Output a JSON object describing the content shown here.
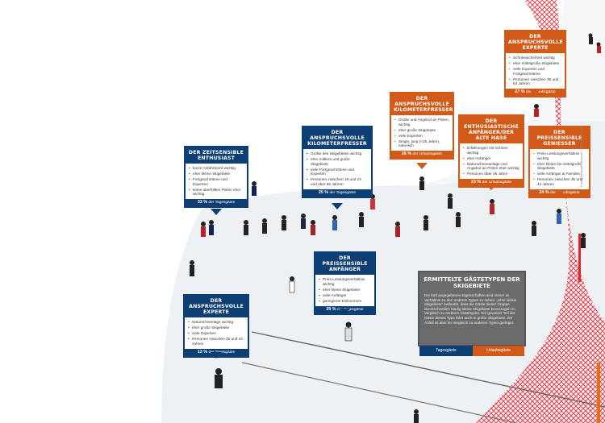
{
  "signs": [
    {
      "id": "zeitsensible",
      "color": "blue",
      "title": "Der zeitsensible Enthusiast",
      "items": [
        "kurze Anfahrtszeit wichtig",
        "eher kleine Skigebiete",
        "Fortgeschrittene und Experten",
        "keine überfüllten Pisten eher wichtig"
      ],
      "share_value": "33 %",
      "share_label": "der Tagesgäste"
    },
    {
      "id": "anspruchsvolle-kilometerfresser",
      "color": "blue",
      "title": "Der anspruchsvolle Kilometerfresser",
      "items": [
        "Größe des Skigebietes wichtig",
        "eher mittlere und große Skigebiete",
        "viele Fortgeschrittene und Experten",
        "Personen zwischen 18 und 24 und über 55 Jahren"
      ],
      "share_value": "25 %",
      "share_label": "der Tagesgäste"
    },
    {
      "id": "anspruchsvolle-kilometerfresser-urlaub",
      "color": "orange",
      "title": "Der anspruchsvolle Kilometerfresser",
      "items": [
        "Größe und Angebot an Pisten wichtig",
        "eher große Skigebiete",
        "viele Experten",
        "Single, jung (<25 Jahre), männlich"
      ],
      "share_value": "26 %",
      "share_label": "der Urlaubsgäste"
    },
    {
      "id": "enthusiastische-anfaenger",
      "color": "orange",
      "title": "Der enthusiastische Anfänger/der alte Hase",
      "items": [
        "Erfahrungen mit Schnee wichtig",
        "eher Anfänger",
        "Naturschneeanlage und Angebot an Pisten eher wichtig",
        "Personen über 45 Jahre"
      ],
      "share_value": "23 %",
      "share_label": "der Urlaubsgäste"
    },
    {
      "id": "preissensible-geniesser",
      "color": "orange",
      "title": "Der preissensible Genießer",
      "items": [
        "Preis-Leistungsverhältnis wichtig",
        "eher kleine bis mittelgroße Skigebiete",
        "viele Anfänger & Familien",
        "Personen zwischen 35 und 44 Jahren"
      ],
      "share_value": "24 %",
      "share_label": "der Urlaubsgäste"
    },
    {
      "id": "anspruchsvolle-experte-urlaub",
      "color": "orange",
      "title": "Der anspruchsvolle Experte",
      "items": [
        "Schneesicherheit wichtig",
        "eher mittelgroße Skigebiete",
        "viele Experten und Fortgeschrittene",
        "Personen zwischen 35 und 54 Jahren"
      ],
      "share_value": "27 %",
      "share_label": "der Urlaubsgäste"
    },
    {
      "id": "preissensible-anfaenger",
      "color": "blue",
      "title": "Der preissensible Anfänger",
      "items": [
        "Preis-Leistungsverhältnis wichtig",
        "eher kleine Skigebiete",
        "viele Anfänger",
        "geringeres Einkommen"
      ],
      "share_value": "29 %",
      "share_label": "der Tagesgäste"
    },
    {
      "id": "anspruchsvolle-experte",
      "color": "blue",
      "title": "Der anspruchsvolle Experte",
      "items": [
        "Naturschneelage wichtig",
        "eher große Skigebiete",
        "viele Experten",
        "Personen zwischen 25 und 34 Jahren"
      ],
      "share_value": "13 %",
      "share_label": "der Tagesgäste"
    }
  ],
  "legend": {
    "title": "Ermittelte Gästetypen der Skigebiete",
    "text": "Die fünf angegebenen Eigenschaften sind immer im Verhältnis zu den anderen Typen zu sehen. „Eher kleine Skigebiete“ bedeutet, dass die Gäste dieser Gruppe durchschnittlich häufig kleine Skigebiete bevorzugen im Vergleich zu anderen Gästetypen. Ein gewisser Teil der Gäste dieses Typs fährt auch in große Skigebiete, der Anteil ist aber im Vergleich zu anderen Typen geringer.",
    "blue_label": "Tagesgäste",
    "orange_label": "Urlaubsgäste"
  },
  "copyright": "Foto: Christoph Strasser / ARCHIV Fotolia",
  "colors": {
    "blue": "#0d3f75",
    "orange": "#d15a18",
    "legend_bg": "#6b6b6b",
    "net": "#e3232c"
  }
}
